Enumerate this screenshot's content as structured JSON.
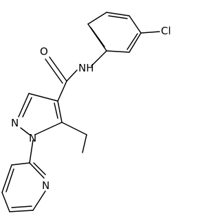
{
  "atoms": {
    "oxygen": "O",
    "amide_nh": "NH",
    "chlorine": "Cl",
    "pyrazole_n2": "N",
    "pyrazole_n1": "N",
    "pyridine_n": "N"
  }
}
